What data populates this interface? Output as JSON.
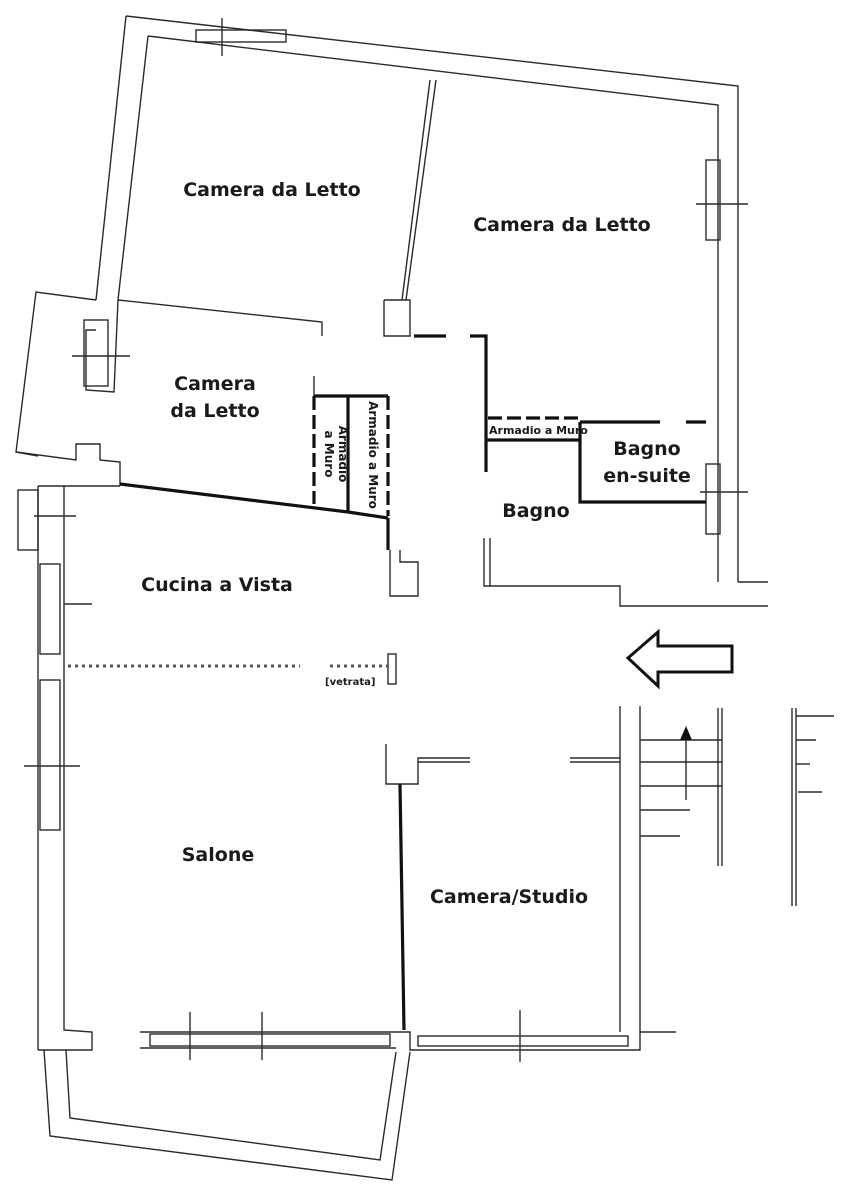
{
  "rooms": {
    "bedroom_top_left": "Camera da Letto",
    "bedroom_top_right": "Camera da Letto",
    "bedroom_small_line1": "Camera",
    "bedroom_small_line2": "da Letto",
    "bathroom": "Bagno",
    "ensuite_line1": "Bagno",
    "ensuite_line2": "en-suite",
    "kitchen": "Cucina a Vista",
    "living": "Salone",
    "study": "Camera/Studio"
  },
  "wardrobes": {
    "left_line1": "Armadio",
    "left_line2": "a Muro",
    "right": "Armadio a Muro",
    "corridor": "Armadio a Muro"
  },
  "annotations": {
    "glass_partition": "[vetrata]"
  },
  "colors": {
    "wall": "#2a2a2a",
    "line": "#111111",
    "background": "#ffffff"
  },
  "icons": {
    "entrance": "entrance-arrow-icon",
    "stairs": "stairs-up-arrow-icon"
  }
}
